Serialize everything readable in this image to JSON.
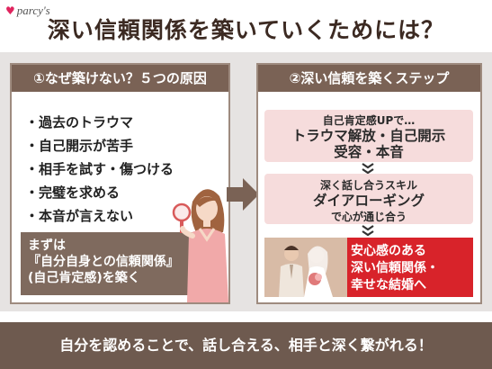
{
  "logo": {
    "brand": "parcy's",
    "icon": "heart-icon"
  },
  "title": "深い信頼関係を築いていくためには？",
  "left_panel": {
    "header": "①なぜ築けない？５つの原因",
    "items": [
      "・過去のトラウマ",
      "・自己開示が苦手",
      "・相手を試す・傷つける",
      "・完璧を求める",
      "・本音が言えない"
    ],
    "note": [
      "まずは",
      "『自分自身との信頼関係』",
      "(自己肯定感)を築く"
    ]
  },
  "right_panel": {
    "header": "②深い信頼を築くステップ",
    "step1": {
      "small": "自己肯定感UPで…",
      "line1": "トラウマ解放・自己開示",
      "line2": "受容・本音"
    },
    "step2": {
      "small": "深く話し合うスキル",
      "line1": "ダイアローギング",
      "line2": "で心が通じ合う"
    },
    "final": [
      "安心感のある",
      "深い信頼関係・",
      "幸せな結婚へ"
    ]
  },
  "footer": "自分を認めることで、話し合える、相手と深く繋がれる！",
  "colors": {
    "header_bg": "#7a6255",
    "accent_red": "#d8232a",
    "step_bg": "#f6dcdc",
    "footer_bg": "#6e5a4f"
  }
}
